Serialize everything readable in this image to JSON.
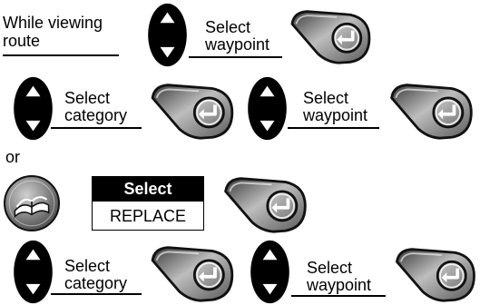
{
  "steps": {
    "intro": {
      "line1": "While viewing",
      "line2": "route"
    },
    "s1": {
      "label1": "Select",
      "label2": "waypoint"
    },
    "s2": {
      "label1": "Select",
      "label2": "category"
    },
    "s3": {
      "label1": "Select",
      "label2": "waypoint"
    },
    "or_text": "or",
    "menu": {
      "header": "Select",
      "item": "REPLACE"
    },
    "s4": {
      "label1": "Select",
      "label2": "category"
    },
    "s5": {
      "label1": "Select",
      "label2": "waypoint"
    }
  },
  "icons": {
    "rocker": "up-down-rocker-key",
    "enter": "enter-key",
    "book": "book-menu-key"
  }
}
